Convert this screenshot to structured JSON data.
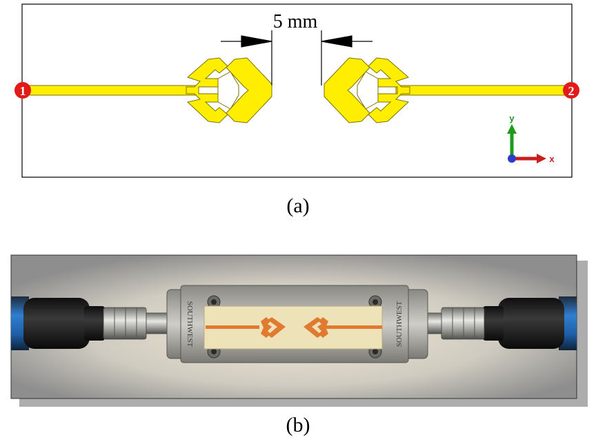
{
  "figure_a": {
    "dimension_label": "5 mm",
    "port_1_label": "1",
    "port_2_label": "2",
    "axis_y_label": "y",
    "axis_x_label": "x",
    "caption": "(a)",
    "colors": {
      "metal": "#ffee00",
      "metal_stroke": "#7a7000",
      "port": "#e21a1a",
      "axis_y": "#1e9a1e",
      "axis_x": "#c81e1e",
      "axis_z": "#2a3cc8"
    }
  },
  "figure_b": {
    "connector_text_left": "SOUTHWEST",
    "connector_text_right": "SOUTHWEST",
    "caption": "(b)",
    "colors": {
      "substrate": "#ede2b8",
      "trace": "#df7a30",
      "cable": "#2f7fd0",
      "housing": "#b9b8b2"
    }
  }
}
